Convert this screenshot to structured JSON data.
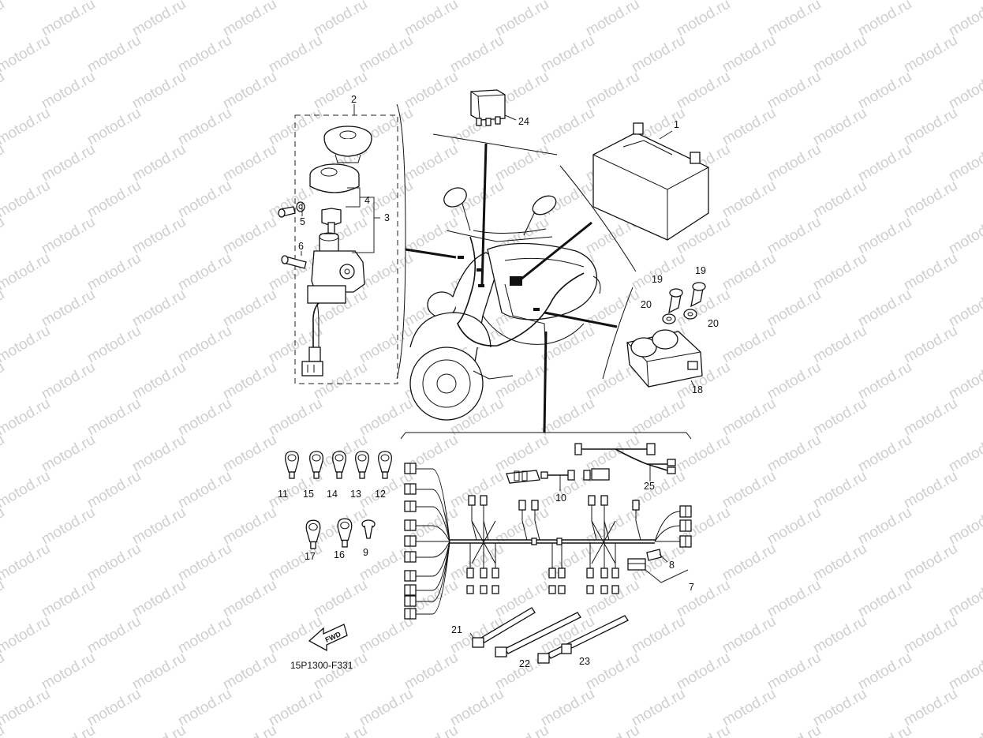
{
  "watermark": "motod.ru",
  "diagram_code": "15P1300-F331",
  "fwd_label": "FWD",
  "callouts": {
    "c1": "1",
    "c2": "2",
    "c3": "3",
    "c4": "4",
    "c5": "5",
    "c6": "6",
    "c7": "7",
    "c8": "8",
    "c9": "9",
    "c10": "10",
    "c11": "11",
    "c12": "12",
    "c13": "13",
    "c14": "14",
    "c15": "15",
    "c16": "16",
    "c17": "17",
    "c18": "18",
    "c19a": "19",
    "c19b": "19",
    "c20a": "20",
    "c20b": "20",
    "c21": "21",
    "c22": "22",
    "c23": "23",
    "c24": "24",
    "c25": "25"
  }
}
